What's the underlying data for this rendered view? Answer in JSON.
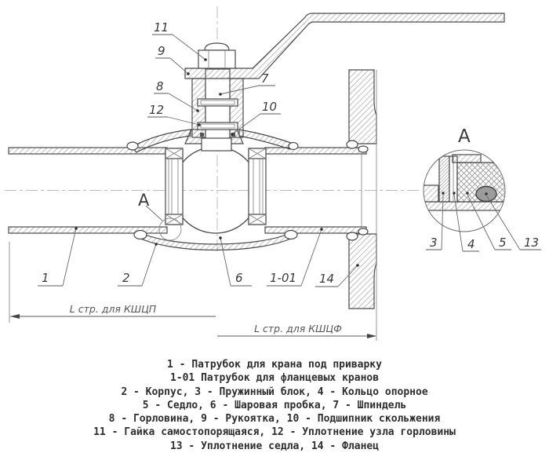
{
  "drawing": {
    "callouts": {
      "n1": "1",
      "n1_01": "1-01",
      "n2": "2",
      "n6": "6",
      "n7": "7",
      "n8": "8",
      "n9": "9",
      "n10": "10",
      "n11": "11",
      "n12": "12",
      "n14": "14",
      "detail_ref": "A"
    },
    "detail": {
      "title": "A",
      "n3": "3",
      "n4": "4",
      "n5": "5",
      "n13": "13"
    },
    "dimensions": {
      "weld_version": "L стр. для КШЦП",
      "flange_version": "L стр. для КШЦФ"
    }
  },
  "legend": {
    "lines": [
      "1 - Патрубок для крана под приварку",
      "1-01 Патрубок для фланцевых кранов",
      "2 - Корпус, 3 - Пружинный блок, 4 - Кольцо опорное",
      "5 - Седло, 6 - Шаровая пробка, 7 - Шпиндель",
      "8 - Горловина, 9 - Рукоятка, 10 - Подшипник скольжения",
      "11 - Гайка самостопорящаяся, 12 - Уплотнение узла горловины",
      "13 - Уплотнение седла, 14 - Фланец"
    ]
  },
  "colors": {
    "line": "#4a4a4a",
    "hatch": "#8f8f8f",
    "centerline": "#bdbdbd",
    "seal_fill": "#9c9c9c",
    "text": "#2e2e2e"
  }
}
